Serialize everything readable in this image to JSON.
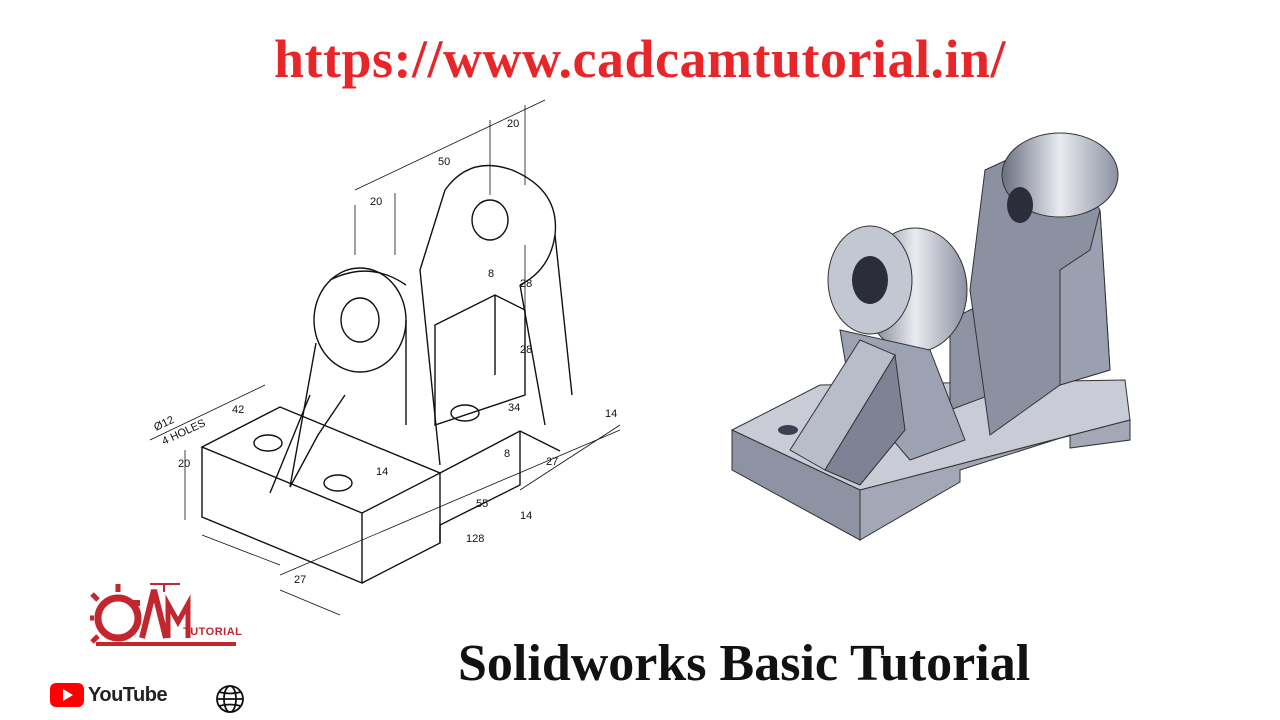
{
  "header": {
    "url": "https://www.cadcamtutorial.in/"
  },
  "drawing": {
    "dimensions": {
      "d20_top": "20",
      "d50": "50",
      "d20_left": "20",
      "d8_a": "8",
      "d28_a": "28",
      "d28_b": "28",
      "d34": "34",
      "d14_a": "14",
      "d27_a": "27",
      "d8_b": "8",
      "d14_b": "14",
      "d55": "55",
      "d14_c": "14",
      "d128": "128",
      "d27_b": "27",
      "d20_side": "20",
      "d42": "42",
      "hole_dia": "Ø12",
      "hole_count": "4 HOLES"
    }
  },
  "logo": {
    "text": "TUTORIAL"
  },
  "footer": {
    "youtube_label": "YouTube",
    "title": "Solidworks Basic Tutorial"
  },
  "colors": {
    "accent": "#e8262a",
    "logo": "#c1272d",
    "youtube": "#ff0000"
  }
}
